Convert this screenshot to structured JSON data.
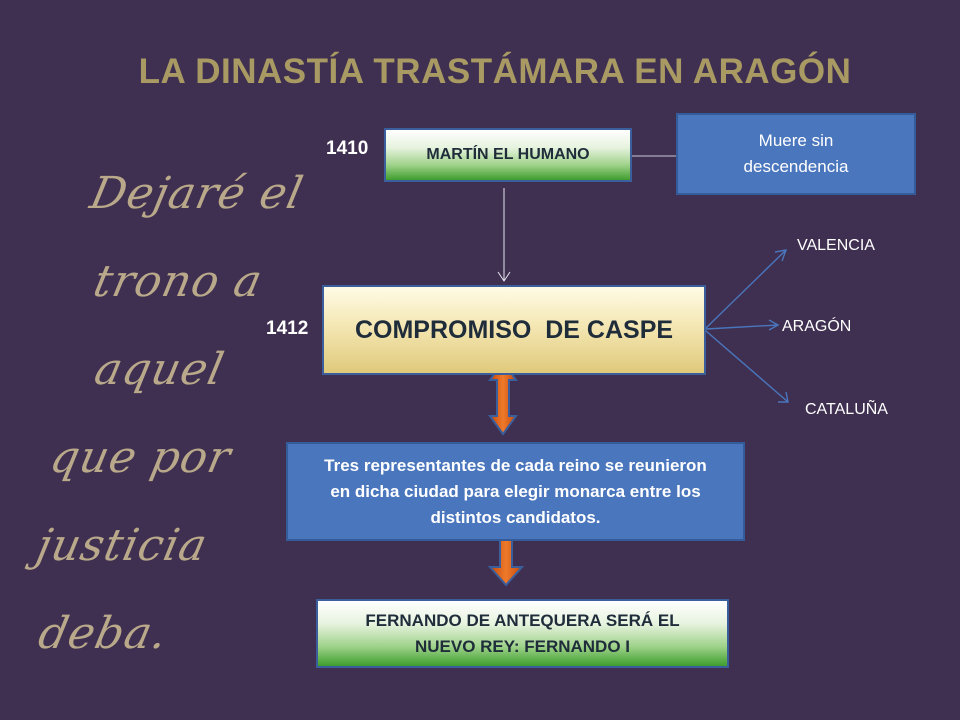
{
  "slide": {
    "title": "LA DINASTÍA TRASTÁMARA EN ARAGÓN",
    "quote_lines": [
      "Dejaré el",
      "trono a aquel",
      "que por justicia",
      "deba."
    ]
  },
  "diagram": {
    "year_1410": "1410",
    "year_1412": "1412",
    "martin": "MARTÍN EL HUMANO",
    "muere": "Muere sin descendencia",
    "compromiso": "COMPROMISO  DE CASPE",
    "regions": [
      "VALENCIA",
      "ARAGÓN",
      "CATALUÑA"
    ],
    "representantes": "Tres representantes de cada reino se reunieron en dicha ciudad para elegir monarca entre los distintos candidatos.",
    "fernando": "FERNANDO DE ANTEQUERA SERÁ EL NUEVO REY: FERNANDO I"
  },
  "colors": {
    "background": "#3f3051",
    "title": "#a89a62",
    "blue_box": "#4a76bd",
    "arrow_orange": "#e2661a"
  }
}
